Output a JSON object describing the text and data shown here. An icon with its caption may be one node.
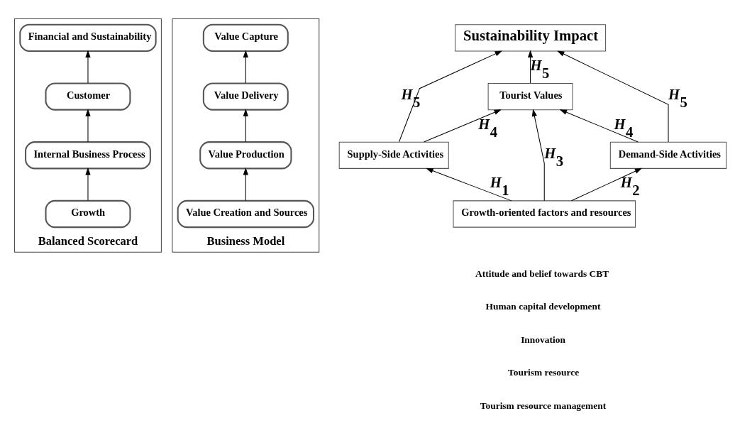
{
  "diagram": {
    "nodes": [
      {
        "text": [
          "Balanced Scorecard"
        ]
      },
      {
        "text": [
          "Financial and Sustainability"
        ],
        "in": 0
      },
      {
        "text": [
          "Customer"
        ],
        "in": 0
      },
      {
        "text": [
          "Internal Business Process"
        ],
        "in": 0
      },
      {
        "text": [
          "Growth"
        ],
        "in": 0
      },
      {
        "text": [
          "Business Model"
        ]
      },
      {
        "text": [
          "Value Capture"
        ],
        "in": 5
      },
      {
        "text": [
          "Value Delivery"
        ],
        "in": 5
      },
      {
        "text": [
          "Value Production"
        ],
        "in": 5
      },
      {
        "text": [
          "Value Creation and Sources"
        ],
        "in": 5
      },
      {
        "text": [
          "Sustainability Impact"
        ]
      },
      {
        "text": [
          "Tourist Values"
        ]
      },
      {
        "text": [
          "Supply-Side Activities"
        ]
      },
      {
        "text": [
          "Demand-Side Activities"
        ]
      },
      {
        "text": [
          "Growth-oriented factors and resources"
        ]
      }
    ],
    "edges": [
      {
        "from": 4,
        "to": 3,
        "arrow": "to"
      },
      {
        "from": 3,
        "to": 2,
        "arrow": "to"
      },
      {
        "from": 2,
        "to": 1,
        "arrow": "to"
      },
      {
        "from": 9,
        "to": 8,
        "arrow": "to"
      },
      {
        "from": 8,
        "to": 7,
        "arrow": "to"
      },
      {
        "from": 7,
        "to": 6,
        "arrow": "to"
      },
      {
        "from": 14,
        "to": 12,
        "arrow": "to",
        "label": "H$_{1}$"
      },
      {
        "from": 14,
        "to": 11,
        "arrow": "to",
        "label": "H$_{3}$"
      },
      {
        "from": 14,
        "to": 13,
        "arrow": "to",
        "label": "H$_{2}$"
      },
      {
        "from": 12,
        "to": 11,
        "arrow": "to",
        "label": "H$_{4}$"
      },
      {
        "from": 13,
        "to": 11,
        "arrow": "to",
        "label": "H$_{4}$"
      },
      {
        "from": 11,
        "to": 10,
        "arrow": "to",
        "label": "H$_{5}$"
      },
      {
        "from": 12,
        "to": 10,
        "arrow": "to",
        "label": "H$_{5}$"
      },
      {
        "from": 13,
        "to": 10,
        "arrow": "to",
        "label": "H$_{5}$"
      }
    ],
    "labels": [
      "Attitude and belief towards CBT",
      "Human capital development",
      "Innovation",
      "Tourism resource",
      "Tourism resource management"
    ]
  }
}
